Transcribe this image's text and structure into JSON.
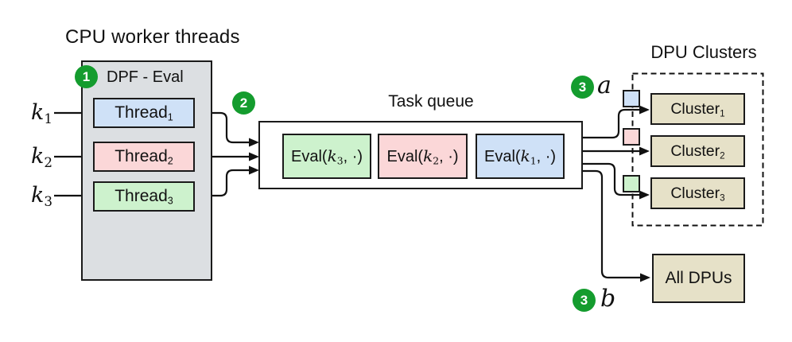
{
  "diagram": {
    "left_title": "CPU worker threads",
    "queue_title": "Task queue",
    "clusters_title": "DPU Clusters",
    "worker_header": "DPF - Eval",
    "keys": [
      {
        "var": "k",
        "sub": "1"
      },
      {
        "var": "k",
        "sub": "2"
      },
      {
        "var": "k",
        "sub": "3"
      }
    ],
    "threads": [
      {
        "label": "Thread",
        "sub": "1"
      },
      {
        "label": "Thread",
        "sub": "2"
      },
      {
        "label": "Thread",
        "sub": "3"
      }
    ],
    "queue_items": [
      {
        "prefix": "Eval(",
        "var": "k",
        "sub": "3",
        "suffix": ", ·)"
      },
      {
        "prefix": "Eval(",
        "var": "k",
        "sub": "2",
        "suffix": ", ·)"
      },
      {
        "prefix": "Eval(",
        "var": "k",
        "sub": "1",
        "suffix": ", ·)"
      }
    ],
    "clusters": [
      {
        "label": "Cluster",
        "sub": "1"
      },
      {
        "label": "Cluster",
        "sub": "2"
      },
      {
        "label": "Cluster",
        "sub": "3"
      }
    ],
    "all_dpus_label": "All DPUs",
    "badges": {
      "step1": "1",
      "step2": "2",
      "step3a": "3",
      "step3a_letter": "a",
      "step3b": "3",
      "step3b_letter": "b"
    },
    "colors": {
      "thread1_fill": "#cfe1f7",
      "thread2_fill": "#fbd7d8",
      "thread3_fill": "#cdf2cd",
      "worker_box_fill": "#dcdfe2",
      "cluster_fill": "#e6e1c8",
      "badge_green": "#149c2e"
    }
  }
}
